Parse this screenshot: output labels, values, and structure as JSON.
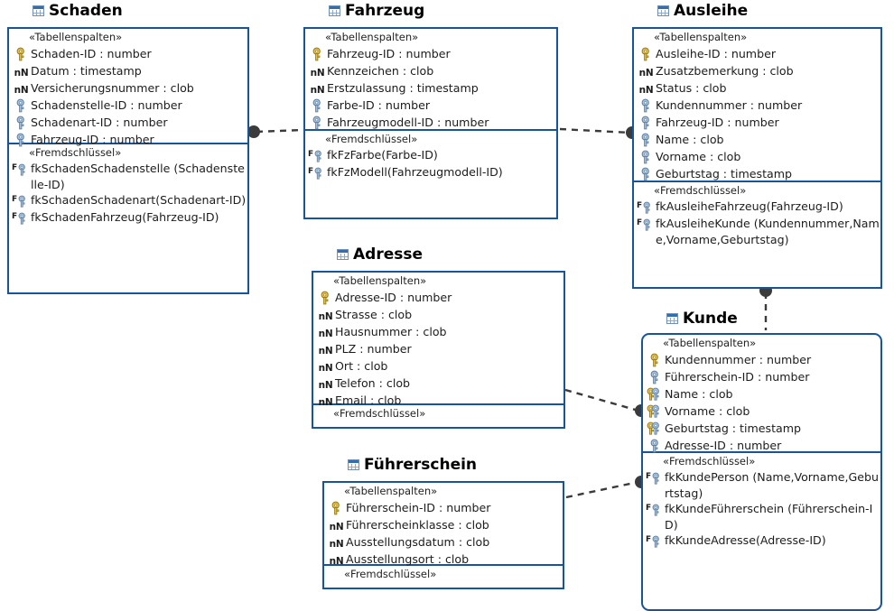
{
  "diagram": {
    "kind": "database-er-diagram",
    "colors": {
      "border": "#16559b",
      "connector": "#3b3b3b",
      "pk_key": "#e8c24a",
      "fk_key": "#a8c4e0",
      "table_icon": "#2f6db5"
    },
    "stereotypes": {
      "columns": "«Tabellenspalten»",
      "foreign_keys": "«Fremdschlüssel»"
    }
  },
  "entities": [
    {
      "id": "schaden",
      "title": "Schaden",
      "columns": [
        {
          "icon": "primary-key",
          "text": "Schaden-ID : number"
        },
        {
          "icon": "not-null",
          "text": "Datum : timestamp"
        },
        {
          "icon": "not-null",
          "text": "Versicherungsnummer : clob"
        },
        {
          "icon": "index-key",
          "text": "Schadenstelle-ID : number"
        },
        {
          "icon": "index-key",
          "text": "Schadenart-ID : number"
        },
        {
          "icon": "index-key",
          "text": "Fahrzeug-ID : number"
        }
      ],
      "foreign_keys": [
        {
          "icon": "foreign-key",
          "text": "fkSchadenSchadenstelle (Schadenstelle-ID)"
        },
        {
          "icon": "foreign-key",
          "text": "fkSchadenSchadenart(Schadenart-ID)"
        },
        {
          "icon": "foreign-key",
          "text": "fkSchadenFahrzeug(Fahrzeug-ID)"
        }
      ]
    },
    {
      "id": "fahrzeug",
      "title": "Fahrzeug",
      "columns": [
        {
          "icon": "primary-key",
          "text": "Fahrzeug-ID : number"
        },
        {
          "icon": "not-null",
          "text": "Kennzeichen : clob"
        },
        {
          "icon": "not-null",
          "text": "Erstzulassung : timestamp"
        },
        {
          "icon": "index-key",
          "text": "Farbe-ID : number"
        },
        {
          "icon": "index-key",
          "text": "Fahrzeugmodell-ID : number"
        }
      ],
      "foreign_keys": [
        {
          "icon": "foreign-key",
          "text": "fkFzFarbe(Farbe-ID)"
        },
        {
          "icon": "foreign-key",
          "text": "fkFzModell(Fahrzeugmodell-ID)"
        }
      ]
    },
    {
      "id": "ausleihe",
      "title": "Ausleihe",
      "columns": [
        {
          "icon": "primary-key",
          "text": "Ausleihe-ID : number"
        },
        {
          "icon": "not-null",
          "text": "Zusatzbemerkung : clob"
        },
        {
          "icon": "not-null",
          "text": "Status : clob"
        },
        {
          "icon": "index-key",
          "text": "Kundennummer : number"
        },
        {
          "icon": "index-key",
          "text": "Fahrzeug-ID : number"
        },
        {
          "icon": "index-key",
          "text": "Name : clob"
        },
        {
          "icon": "index-key",
          "text": "Vorname : clob"
        },
        {
          "icon": "index-key",
          "text": "Geburtstag : timestamp"
        }
      ],
      "foreign_keys": [
        {
          "icon": "foreign-key",
          "text": "fkAusleiheFahrzeug(Fahrzeug-ID)"
        },
        {
          "icon": "foreign-key",
          "text": "fkAusleiheKunde (Kundennummer,Name,Vorname,Geburtstag)"
        }
      ]
    },
    {
      "id": "adresse",
      "title": "Adresse",
      "columns": [
        {
          "icon": "primary-key",
          "text": "Adresse-ID : number"
        },
        {
          "icon": "not-null",
          "text": "Strasse : clob"
        },
        {
          "icon": "not-null",
          "text": "Hausnummer : clob"
        },
        {
          "icon": "not-null",
          "text": "PLZ : number"
        },
        {
          "icon": "not-null",
          "text": "Ort : clob"
        },
        {
          "icon": "not-null",
          "text": "Telefon : clob"
        },
        {
          "icon": "not-null",
          "text": "Email : clob"
        }
      ],
      "foreign_keys": []
    },
    {
      "id": "kunde",
      "title": "Kunde",
      "columns": [
        {
          "icon": "primary-key",
          "text": "Kundennummer : number"
        },
        {
          "icon": "index-key",
          "text": "Führerschein-ID : number"
        },
        {
          "icon": "primary-index-key",
          "text": "Name : clob"
        },
        {
          "icon": "primary-index-key",
          "text": "Vorname : clob"
        },
        {
          "icon": "primary-index-key",
          "text": "Geburtstag : timestamp"
        },
        {
          "icon": "index-key",
          "text": "Adresse-ID : number"
        }
      ],
      "foreign_keys": [
        {
          "icon": "foreign-key",
          "text": "fkKundePerson (Name,Vorname,Geburtstag)"
        },
        {
          "icon": "foreign-key",
          "text": "fkKundeFührerschein (Führerschein-ID)"
        },
        {
          "icon": "foreign-key",
          "text": "fkKundeAdresse(Adresse-ID)"
        }
      ]
    },
    {
      "id": "fuehrerschein",
      "title": "Führerschein",
      "columns": [
        {
          "icon": "primary-key",
          "text": "Führerschein-ID : number"
        },
        {
          "icon": "not-null",
          "text": "Führerscheinklasse : clob"
        },
        {
          "icon": "not-null",
          "text": "Ausstellungsdatum : clob"
        },
        {
          "icon": "not-null",
          "text": "Ausstellungsort : clob"
        }
      ],
      "foreign_keys": []
    }
  ],
  "relationships": [
    {
      "id": "schaden-fahrzeug",
      "from": "schaden",
      "to": "fahrzeug"
    },
    {
      "id": "fahrzeug-ausleihe",
      "from": "fahrzeug",
      "to": "ausleihe"
    },
    {
      "id": "ausleihe-kunde",
      "from": "ausleihe",
      "to": "kunde"
    },
    {
      "id": "adresse-kunde",
      "from": "adresse",
      "to": "kunde"
    },
    {
      "id": "fuehrerschein-kunde",
      "from": "fuehrerschein",
      "to": "kunde"
    }
  ]
}
